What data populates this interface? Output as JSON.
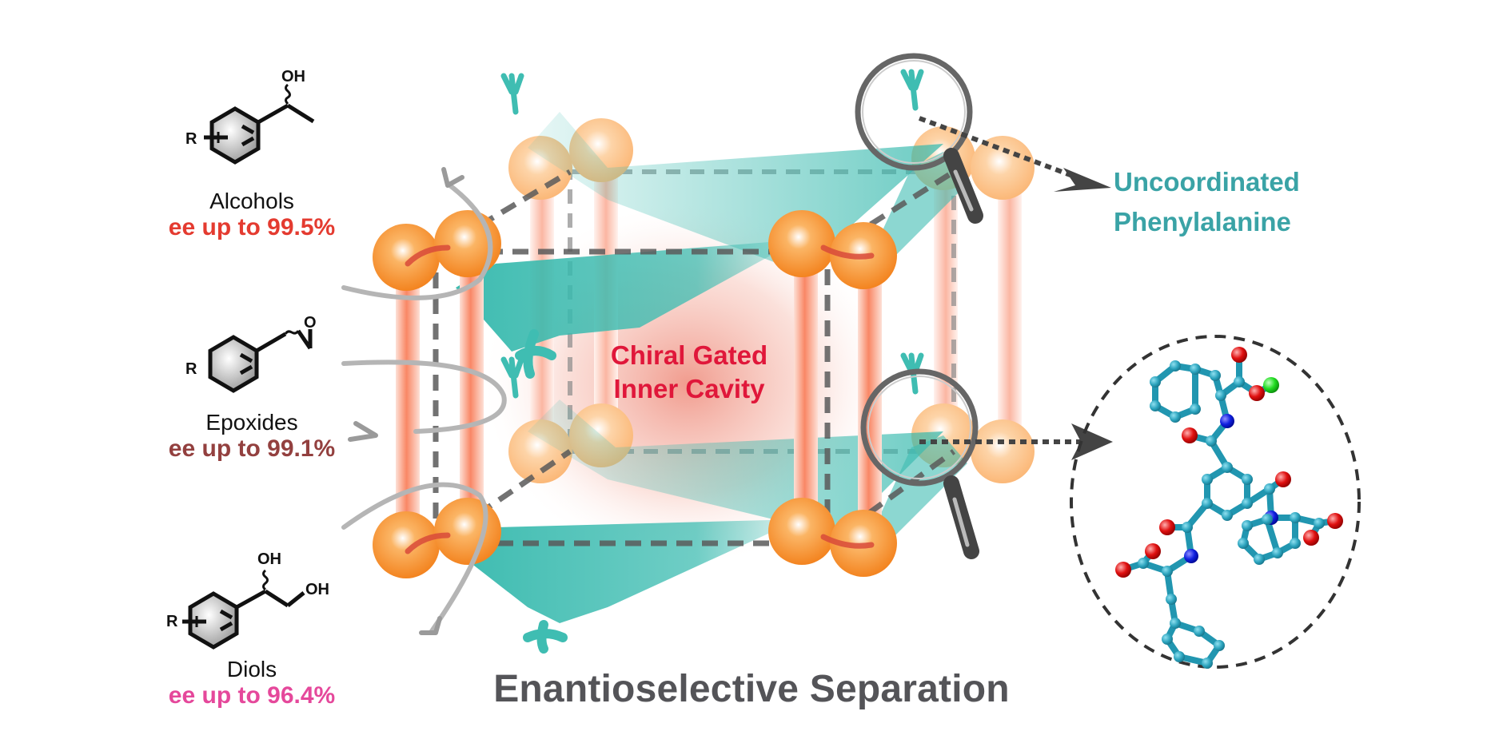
{
  "substrates": [
    {
      "class": "Alcohols",
      "ee": "ee up to 99.5%",
      "ee_color": "#e43b30",
      "substituent": "R",
      "group": "OH"
    },
    {
      "class": "Epoxides",
      "ee": "ee up to 99.1%",
      "ee_color": "#93403f",
      "substituent": "R",
      "group": "O"
    },
    {
      "class": "Diols",
      "ee": "ee up to 96.4%",
      "ee_color": "#e5489b",
      "substituent": "R",
      "group_top": "OH",
      "group_end": "OH"
    }
  ],
  "cavity": {
    "line1": "Chiral Gated",
    "line2": "Inner Cavity"
  },
  "callout": {
    "line1": "Uncoordinated",
    "line2": "Phenylalanine",
    "color": "#3aa3a6"
  },
  "title": "Enantioselective Separation",
  "colors": {
    "node_orange": "#f7902a",
    "node_light": "#fcc58e",
    "pillar": "#f98c6a",
    "linker_teal": "#3fbdb2",
    "frame_dash": "#555555",
    "carbon": "#2ba3bd",
    "oxygen": "#e01010",
    "nitrogen": "#1020e0",
    "hydrogen_green": "#22dd22"
  }
}
